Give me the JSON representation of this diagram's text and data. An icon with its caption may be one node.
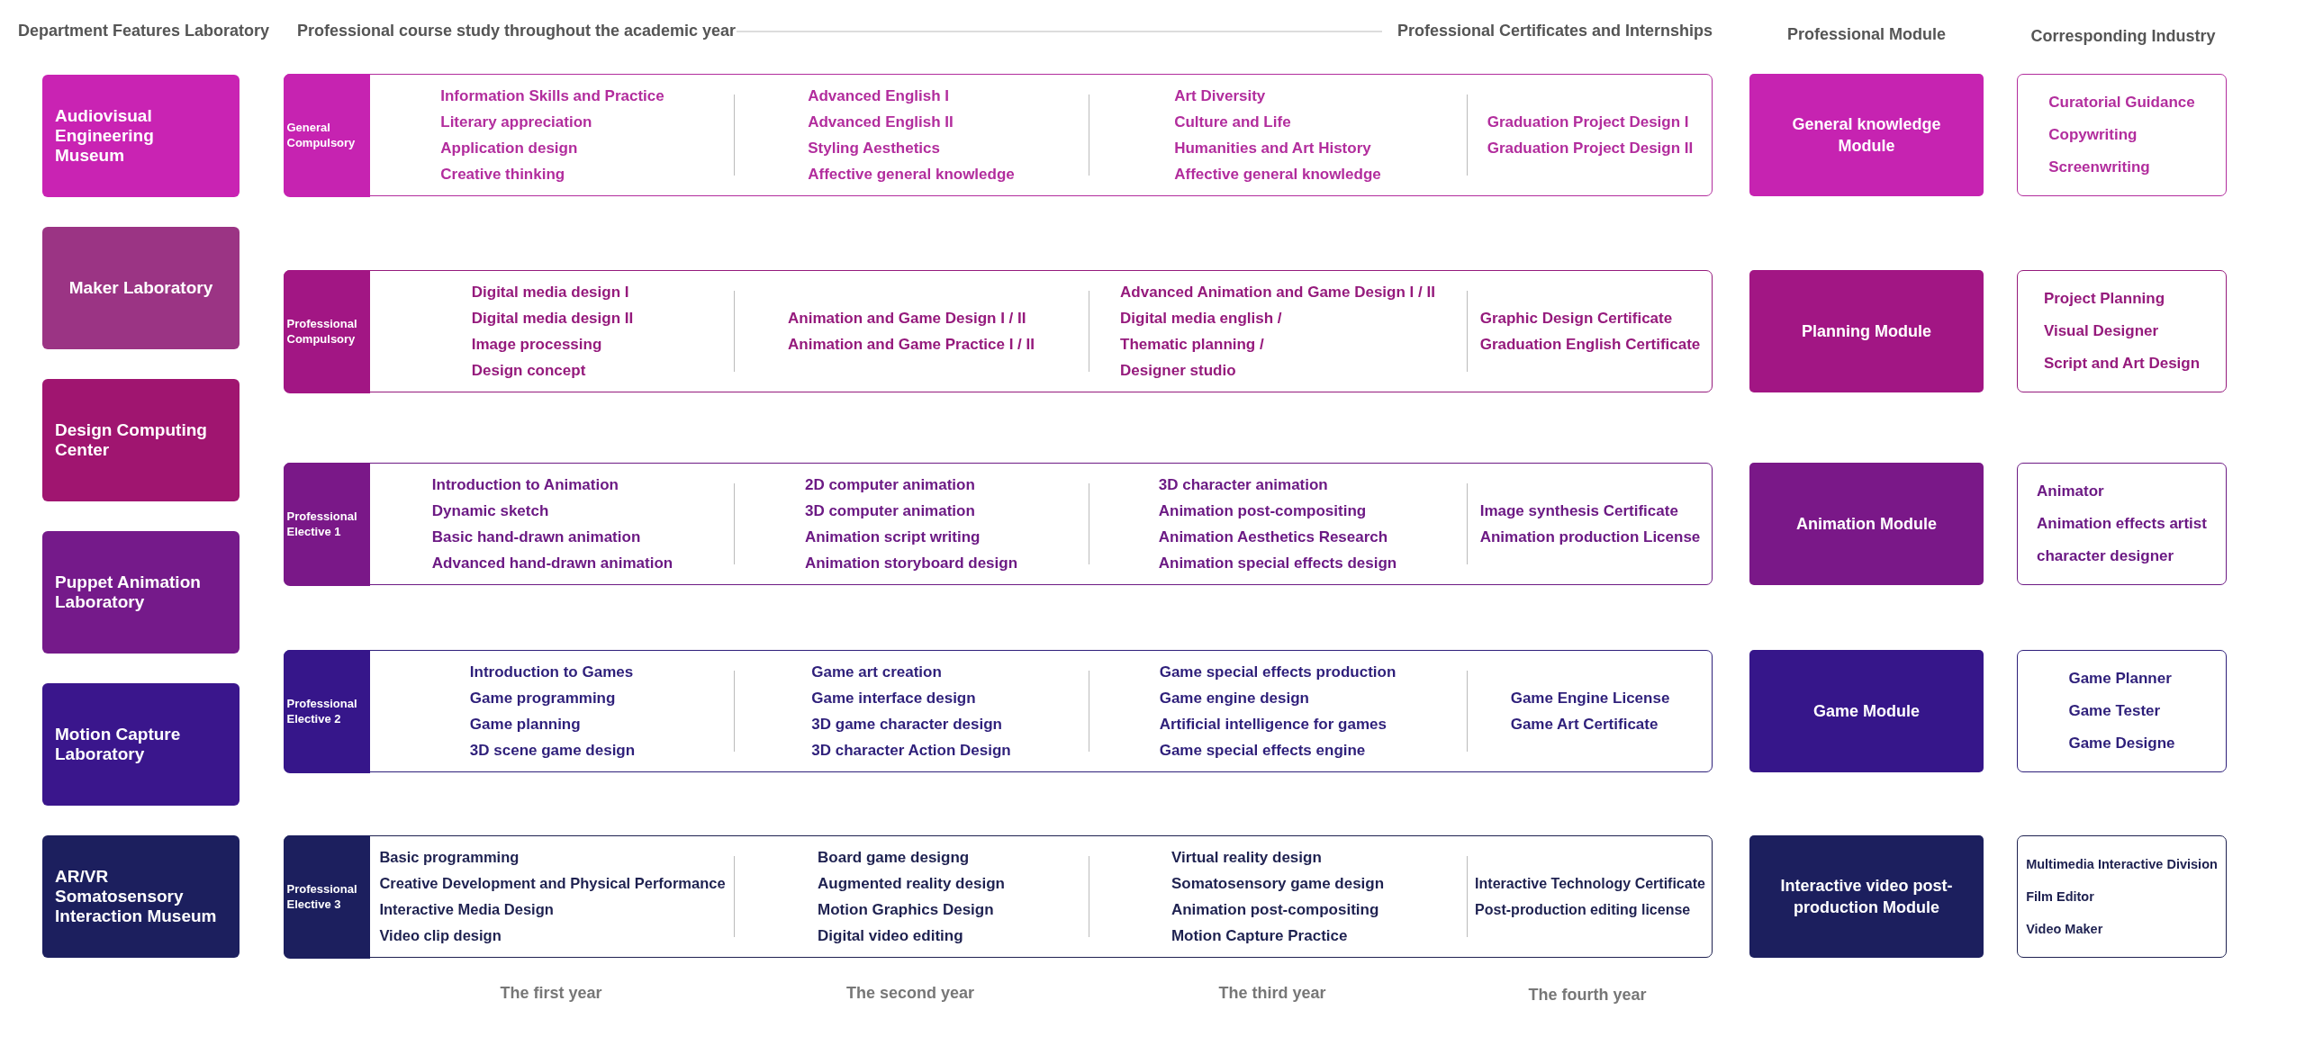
{
  "diagram": {
    "nodes": [
      {
        "text": [
          "Audiovisual Engineering Museum"
        ]
      },
      {
        "text": [
          "Maker Laboratory"
        ]
      },
      {
        "text": [
          "Design Computing Center"
        ]
      },
      {
        "text": [
          "Puppet Animation Laboratory"
        ]
      },
      {
        "text": [
          "Motion Capture Laboratory"
        ]
      },
      {
        "text": [
          "AR/VR Somatosensory Interaction Museum"
        ]
      },
      {
        "text": [
          "Information Skills and Practice",
          "Literary appreciation",
          "Application design",
          "Creative thinking",
          "Advanced English I",
          "Advanced English II",
          "Styling Aesthetics",
          "Affective general knowledge",
          "Art Diversity",
          "Culture and Life",
          "Humanities and Art History",
          "Affective general knowledge",
          "Graduation Project Design I",
          "Graduation Project Design II"
        ]
      },
      {
        "in": 6,
        "text": [
          "General Compulsory"
        ]
      },
      {
        "text": [
          "General knowledge Module"
        ]
      },
      {
        "text": [
          "Curatorial Guidance",
          "Copywriting",
          "Screenwriting"
        ]
      },
      {
        "text": [
          "Digital media design I",
          "Digital media design II",
          "Image processing",
          "Design concept",
          "Animation and Game Design I / II",
          "Animation and Game Practice I / II",
          "Advanced Animation and Game Design I / II",
          "Digital media english /",
          "Thematic planning /",
          "Designer studio",
          "Graphic Design Certificate",
          "Graduation English Certificate"
        ]
      },
      {
        "in": 10,
        "text": [
          "Professional Compulsory"
        ]
      },
      {
        "text": [
          "Planning Module"
        ]
      },
      {
        "text": [
          "Project Planning",
          "Visual Designer",
          "Script and Art Design"
        ]
      },
      {
        "text": [
          "Introduction to Animation",
          "Dynamic sketch",
          "Basic hand-drawn animation",
          "Advanced hand-drawn animation",
          "2D computer animation",
          "3D computer animation",
          "Animation script writing",
          "Animation storyboard design",
          "3D character animation",
          "Animation post-compositing",
          "Animation Aesthetics Research",
          "Animation special effects design",
          "Image synthesis Certificate",
          "Animation production License"
        ]
      },
      {
        "in": 14,
        "text": [
          "Professional Elective 1"
        ]
      },
      {
        "text": [
          "Animation Module"
        ]
      },
      {
        "text": [
          "Animator",
          "Animation effects artist",
          "character designer"
        ]
      },
      {
        "text": [
          "Introduction to Games",
          "Game programming",
          "Game planning",
          "3D scene game design",
          "Game art creation",
          "Game interface design",
          "3D game character design",
          "3D character Action Design",
          "Game special effects production",
          "Game engine design",
          "Artificial intelligence for games",
          "Game special effects engine",
          "Game Engine License",
          "Game Art Certificate"
        ]
      },
      {
        "in": 18,
        "text": [
          "Professional Elective 2"
        ]
      },
      {
        "text": [
          "Game Module"
        ]
      },
      {
        "text": [
          "Game Planner",
          "Game Tester",
          "Game Designe"
        ]
      },
      {
        "text": [
          "Basic programming",
          "Creative Development and Physical Performance",
          "Interactive Media Design",
          "Video clip design",
          "Board game designg",
          "Augmented reality design",
          "Motion Graphics Design",
          "Digital video editing",
          "Virtual reality design",
          "Somatosensory game design",
          "Animation post-compositing",
          "Motion Capture Practice",
          "Interactive Technology Certificate",
          "Post-production editing license"
        ]
      },
      {
        "in": 22,
        "text": [
          "Professional Elective 3"
        ]
      },
      {
        "text": [
          "Interactive video post-production Module"
        ]
      },
      {
        "text": [
          "Multimedia Interactive Division",
          "Film Editor",
          "Video Maker"
        ]
      }
    ],
    "labels": [
      "Department Features Laboratory",
      "Professional course study throughout the academic year",
      "Professional Certificates and Internships",
      "Professional Module",
      "Corresponding Industry",
      "The first year",
      "The second year",
      "The third year",
      "The fourth year"
    ]
  }
}
